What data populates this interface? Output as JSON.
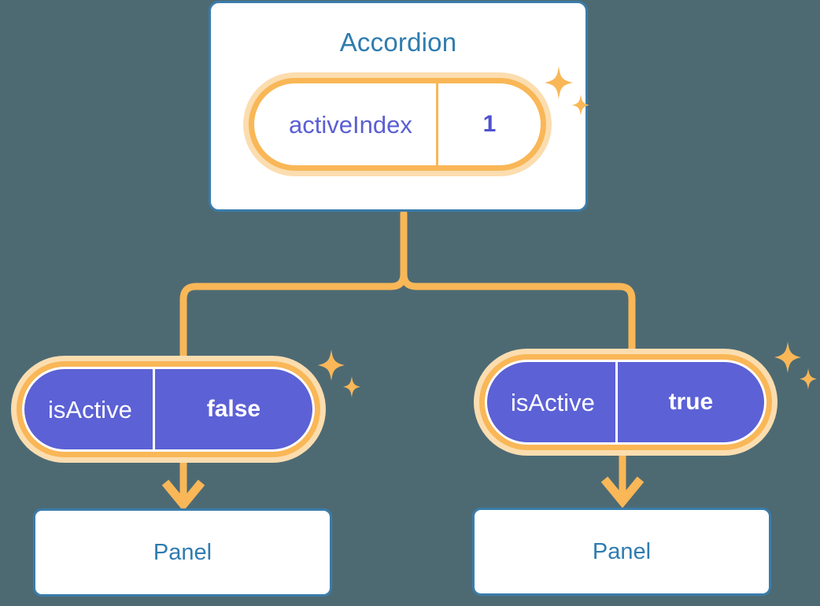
{
  "theme": {
    "background": "#4d6a73",
    "card_border": "#3a7cab",
    "card_text": "#2f7caf",
    "card_fill": "#ffffff",
    "pill_ring": "#f9b757",
    "pill_glow": "#fbddaf",
    "prop_fill": "#5c61d6",
    "state_text": "#5a5fd4",
    "connector": "#f9b757",
    "sparkle": "#f9b757"
  },
  "diagram": {
    "type": "component-tree",
    "parent": {
      "title": "Accordion",
      "state": {
        "key": "activeIndex",
        "value": "1"
      },
      "sparkle_icon": "sparkles-icon"
    },
    "children": [
      {
        "prop": {
          "key": "isActive",
          "value": "false"
        },
        "panel_title": "Panel",
        "sparkle_icon": "sparkles-icon",
        "arrow_icon": "arrow-down-icon"
      },
      {
        "prop": {
          "key": "isActive",
          "value": "true"
        },
        "panel_title": "Panel",
        "sparkle_icon": "sparkles-icon",
        "arrow_icon": "arrow-down-icon"
      }
    ]
  }
}
